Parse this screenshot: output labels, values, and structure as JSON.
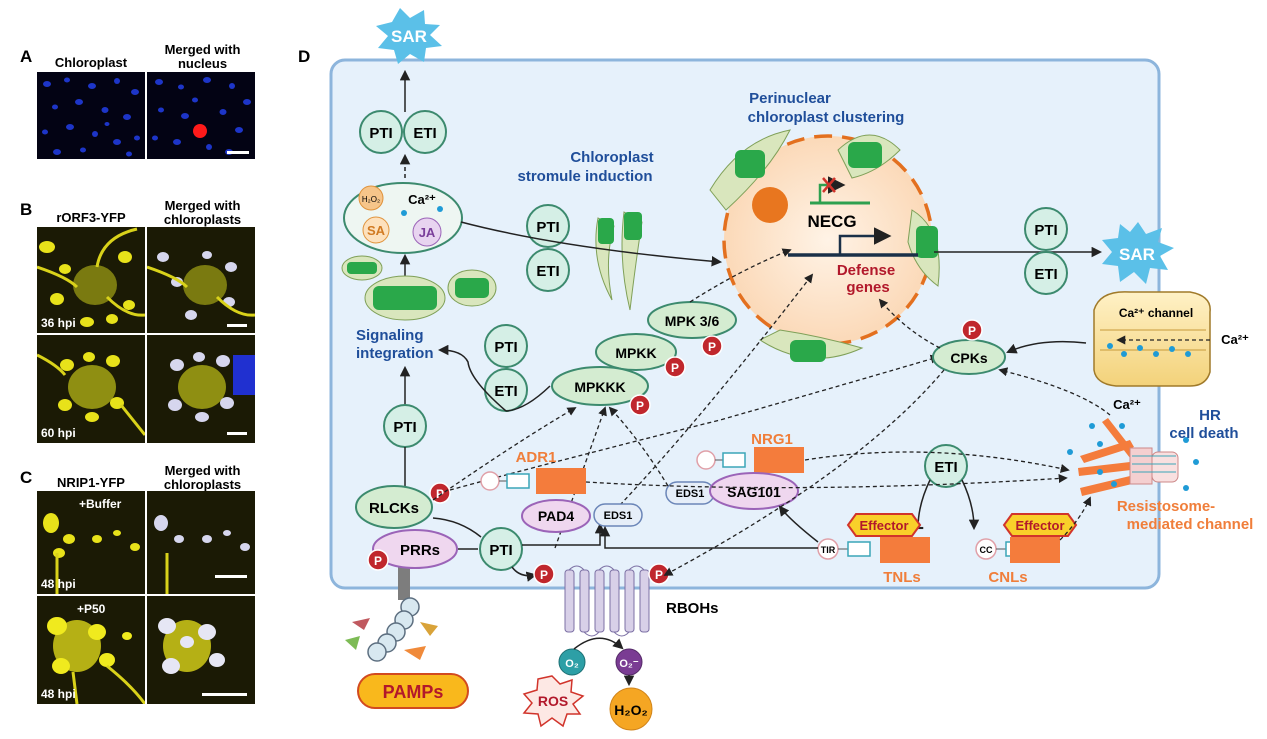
{
  "panels": {
    "a": {
      "letter": "A",
      "col1": "Chloroplast",
      "col2": "Merged with nucleus"
    },
    "b": {
      "letter": "B",
      "col1": "rORF3-YFP",
      "col2": "Merged with chloroplasts",
      "t1": "36 hpi",
      "t2": "60 hpi"
    },
    "c": {
      "letter": "C",
      "col1": "NRIP1-YFP",
      "col2": "Merged with chloroplasts",
      "c1": "+Buffer",
      "c2": "+P50",
      "t1": "48 hpi",
      "t2": "48 hpi"
    },
    "d": {
      "letter": "D"
    }
  },
  "diagram": {
    "sar": "SAR",
    "pti": "PTI",
    "eti": "ETI",
    "h2o2_small": "H₂O₂",
    "ca2": "Ca²⁺",
    "sa": "SA",
    "ja": "JA",
    "stromule": [
      "Chloroplast",
      "stromule  induction"
    ],
    "perinuclear": [
      "Perinuclear",
      "chloroplast clustering"
    ],
    "necg": "NECG",
    "defense": [
      "Defense",
      "genes"
    ],
    "signaling": [
      "Signaling",
      "integration"
    ],
    "mpk36": "MPK 3/6",
    "mpkk": "MPKK",
    "mpkkk": "MPKKK",
    "p": "P",
    "cpks": "CPKs",
    "ca_channel": "Ca²⁺ channel",
    "hr": [
      "HR",
      "cell death"
    ],
    "resistosome": [
      "Resistosome-",
      "mediated channel"
    ],
    "adr1": "ADR1",
    "nrg1": "NRG1",
    "eds1": "EDS1",
    "sag101": "SAG101",
    "pad4": "PAD4",
    "rlcks": "RLCKs",
    "prrs": "PRRs",
    "effector": "Effector",
    "tir": "TIR",
    "cc": "CC",
    "tnls": "TNLs",
    "cnls": "CNLs",
    "rbohs": "RBOHs",
    "o2": "O₂",
    "o2m": "O₂⁻",
    "ros": "ROS",
    "h2o2": "H₂O₂",
    "pamps": "PAMPs"
  },
  "colors": {
    "cell_fill": "#e6f1fb",
    "cell_stroke": "#8db5dc",
    "circle_fill": "#d5efe6",
    "circle_stroke": "#3c8a6e",
    "blue_text": "#1f4e9a",
    "orange": "#f07e3a",
    "dark_red": "#b2182b",
    "green": "#2ea04f",
    "purple_fill": "#e8d4f0"
  }
}
